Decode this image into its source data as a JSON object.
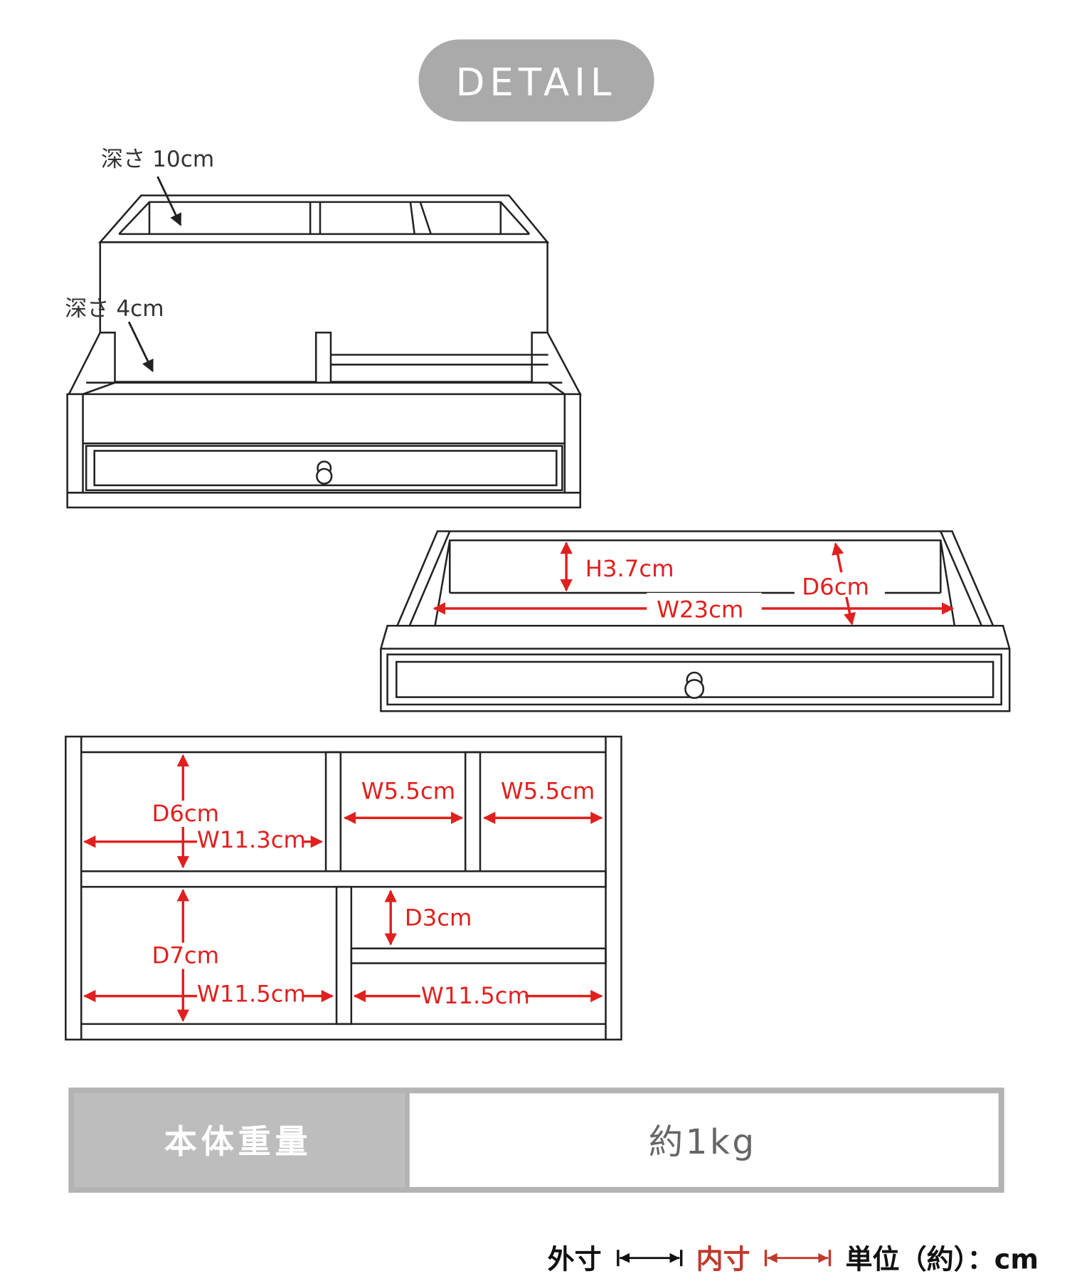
{
  "header": {
    "title": "DETAIL"
  },
  "view_main": {
    "depth_top": "深さ 10cm",
    "depth_lower": "深さ 4cm"
  },
  "view_drawer": {
    "height": "H3.7cm",
    "depth": "D6cm",
    "width": "W23cm"
  },
  "view_top": {
    "top_left_depth": "D6cm",
    "top_left_width": "W11.3cm",
    "top_mid_width": "W5.5cm",
    "top_right_width": "W5.5cm",
    "bottom_left_depth": "D7cm",
    "bottom_left_width": "W11.5cm",
    "bottom_right_depth": "D3cm",
    "bottom_right_width": "W11.5cm"
  },
  "spec": {
    "label": "本体重量",
    "value": "約1kg"
  },
  "legend": {
    "outer": "外寸",
    "inner": "内寸",
    "unit": "単位（約）：cm"
  },
  "colors": {
    "accent": "#e0201e",
    "inner_legend": "#c0392b",
    "pill": "#aaaaaa",
    "table_label_bg": "#bdbdbd"
  }
}
